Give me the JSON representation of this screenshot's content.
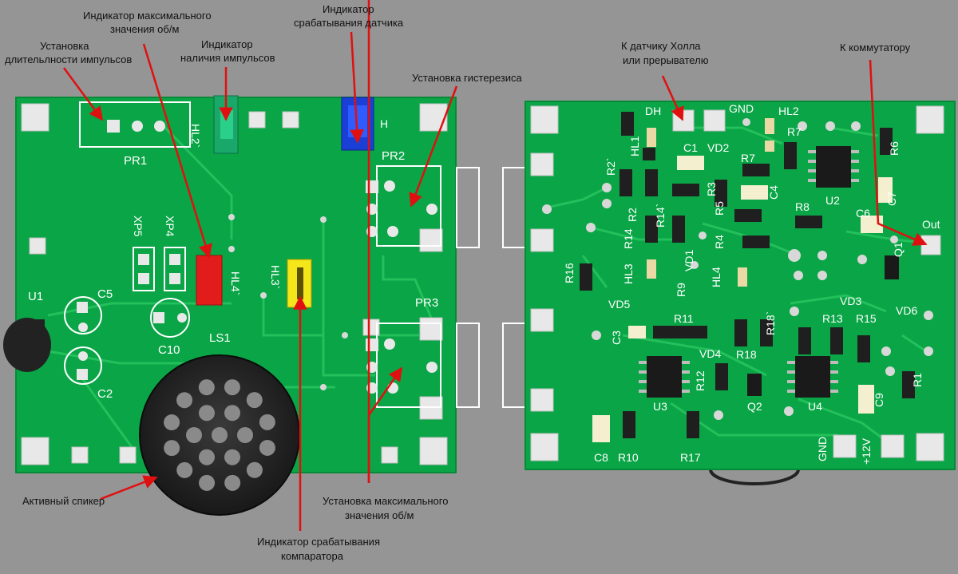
{
  "annotations": {
    "pulse_width": [
      "Установка",
      "длительлности импульсов"
    ],
    "max_rpm_indicator": [
      "Индикатор максимального",
      "значения об/м"
    ],
    "pulse_presence": [
      "Индикатор",
      "наличия импульсов"
    ],
    "sensor_trigger": [
      "Индикатор",
      "срабатывания датчика"
    ],
    "hysteresis": "Установка гистерезиса",
    "active_speaker": "Активный спикер",
    "comparator_indicator": [
      "Индикатор срабатывания",
      "компаратора"
    ],
    "max_rpm_set": [
      "Установка максимального",
      "значения об/м"
    ],
    "hall_sensor": [
      "К датчику Холла",
      "или прерывателю"
    ],
    "commutator": "К коммутатору"
  },
  "left_board": {
    "labels": [
      "PR1",
      "HL2`",
      "H",
      "PR2",
      "XP5",
      "XP4",
      "HL4`",
      "HL3`",
      "U1",
      "C5",
      "C10",
      "LS1",
      "C2",
      "PR3"
    ]
  },
  "right_board": {
    "labels": [
      "DH",
      "GND",
      "HL2",
      "R7",
      "HL1",
      "C1",
      "VD2",
      "R7",
      "R6",
      "R2`",
      "R3",
      "C4",
      "U2",
      "C7",
      "R2",
      "R5",
      "R8",
      "C6",
      "Out",
      "R14",
      "R14`",
      "R4",
      "Q1",
      "HL3",
      "VD1",
      "R16",
      "HL4",
      "R9",
      "VD5",
      "VD3",
      "R11",
      "R13",
      "R15",
      "VD6",
      "C3",
      "R18`",
      "VD4",
      "R18",
      "U3",
      "R12",
      "Q2",
      "U4",
      "R1",
      "C9",
      "C8",
      "R10",
      "R17",
      "GND",
      "+12V"
    ]
  },
  "colors": {
    "board": "#0aa546",
    "background": "#959595",
    "annotation_arrow": "#e01010",
    "led_red": "#e21b1b",
    "led_yellow": "#f4e61a",
    "led_blue": "#1a3fd6",
    "led_green": "#1aa86a"
  }
}
